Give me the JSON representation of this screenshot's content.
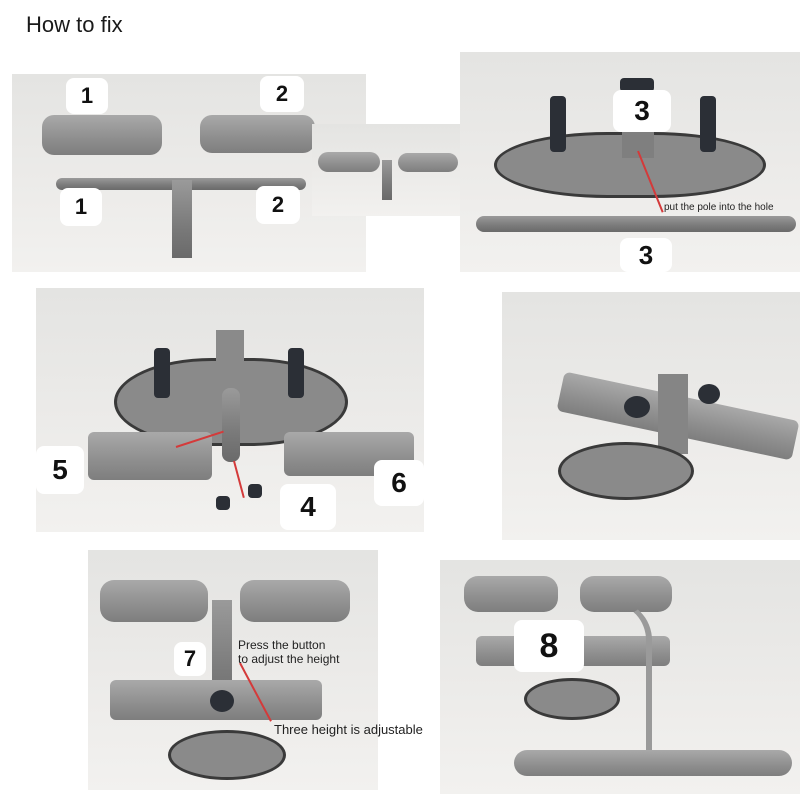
{
  "title": "How to fix",
  "panels": [
    {
      "id": "p1",
      "labels": [
        "1",
        "2",
        "1",
        "2"
      ]
    },
    {
      "id": "p2",
      "labels": []
    },
    {
      "id": "p3",
      "labels": [
        "3",
        "3"
      ],
      "note": "put the pole into the hole"
    },
    {
      "id": "p4",
      "labels": [
        "5",
        "4",
        "6"
      ]
    },
    {
      "id": "p5",
      "labels": []
    },
    {
      "id": "p6",
      "labels": [
        "7"
      ],
      "notes": [
        "Press the button",
        "to adjust the height",
        "Three height is adjustable"
      ]
    },
    {
      "id": "p7",
      "labels": [
        "8"
      ]
    }
  ],
  "colors": {
    "accent_arrow": "#d43a3a",
    "foam": "#8e8e8e",
    "metal": "#6e6e6e",
    "suction": "#2b2f36"
  }
}
